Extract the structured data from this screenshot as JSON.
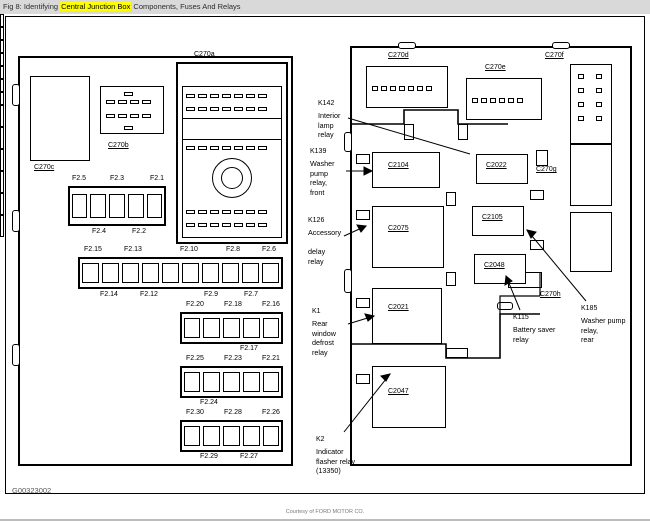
{
  "header": {
    "prefix": "Fig 8: Identifying ",
    "highlight": "Central Junction Box",
    "suffix": " Components, Fuses And Relays",
    "highlight_color": "#ffff00"
  },
  "diagram": {
    "id_code": "G00323002",
    "left_panel": {
      "connectors": [
        {
          "label": "C270c"
        },
        {
          "label": "C270b"
        },
        {
          "label": "C270a"
        }
      ],
      "fuse_rows": [
        {
          "top": [
            "F2.5",
            "F2.3",
            "F2.1"
          ],
          "bottom": [
            "F2.4",
            "F2.2"
          ]
        },
        {
          "top": [
            "F2.15",
            "F2.13",
            "F2.10",
            "F2.8",
            "F2.6"
          ],
          "bottom": [
            "F2.14",
            "F2.12",
            "F2.9",
            "F2.7"
          ]
        },
        {
          "top": [
            "F2.20",
            "F2.18",
            "F2.16"
          ],
          "bottom": [
            "F2.17"
          ]
        },
        {
          "top": [
            "F2.25",
            "F2.23",
            "F2.21"
          ],
          "bottom": [
            "F2.24"
          ]
        },
        {
          "top": [
            "F2.30",
            "F2.28",
            "F2.26"
          ],
          "bottom": [
            "F2.29",
            "F2.27"
          ]
        }
      ]
    },
    "right_panel": {
      "connectors": [
        {
          "label": "C270d"
        },
        {
          "label": "C270e"
        },
        {
          "label": "C270f"
        },
        {
          "label": "C270g"
        },
        {
          "label": "C270h"
        }
      ],
      "modules": [
        {
          "label": "C2104"
        },
        {
          "label": "C2075"
        },
        {
          "label": "C2021"
        },
        {
          "label": "C2047"
        },
        {
          "label": "C2022"
        },
        {
          "label": "C2105"
        },
        {
          "label": "C2048"
        }
      ]
    },
    "callouts": [
      {
        "code": "K142",
        "text": "Interior\nlamp\nrelay"
      },
      {
        "code": "K139",
        "text": "Washer\npump\nrelay,\nfront"
      },
      {
        "code": "K126",
        "text": "Accessory\n\ndelay\nrelay"
      },
      {
        "code": "K1",
        "text": "Rear\nwindow\ndefrost\nrelay"
      },
      {
        "code": "K2",
        "text": "Indicator\nflasher relay\n(13350)"
      },
      {
        "code": "K115",
        "text": "Battery saver\nrelay"
      },
      {
        "code": "K185",
        "text": "Washer pump\nrelay,\nrear"
      }
    ]
  },
  "footer": {
    "credit": "Courtesy of FORD MOTOR CO."
  }
}
